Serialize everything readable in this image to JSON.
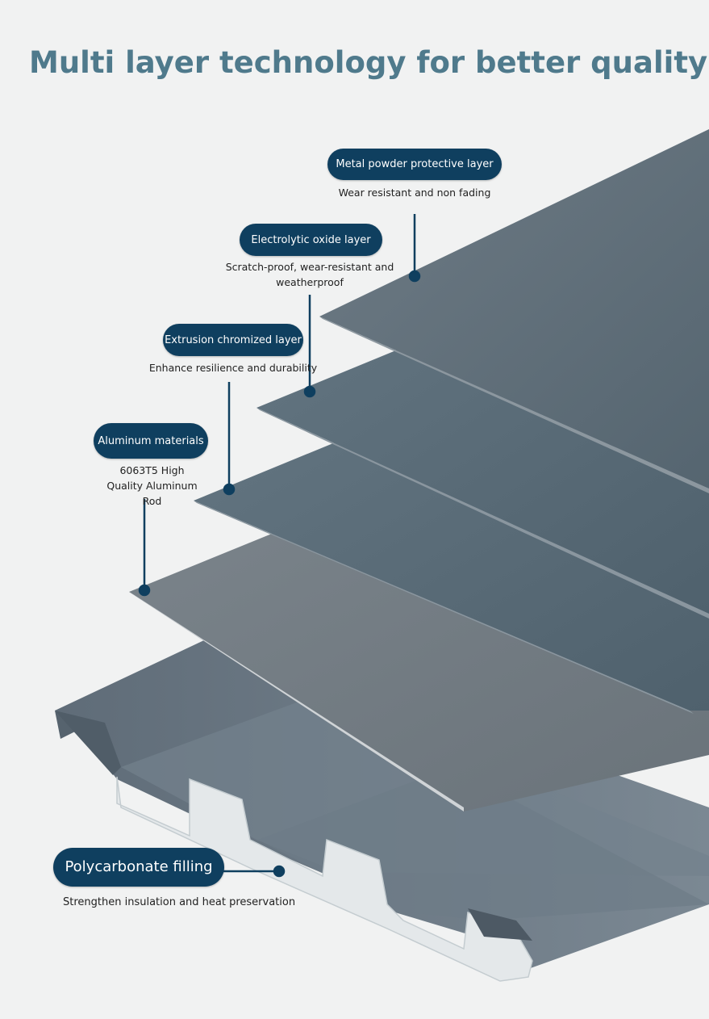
{
  "title": "Multi layer technology for better quality",
  "colors": {
    "title": "#4f7a8c",
    "callout_background": "#0f3f5f",
    "callout_text": "#ffffff",
    "layer": "#5d6d78",
    "profile": "#6a7783",
    "filling": "#dfe4e6"
  },
  "layers": [
    {
      "label": "Metal powder protective layer",
      "description": "Wear resistant and non fading"
    },
    {
      "label": "Electrolytic oxide layer",
      "description": "Scratch-proof, wear-resistant and weatherproof"
    },
    {
      "label": "Extrusion chromized layer",
      "description": "Enhance resilience and durability"
    },
    {
      "label": "Aluminum materials",
      "description": "6063T5 High Quality Aluminum Rod"
    }
  ],
  "filling": {
    "label": "Polycarbonate filling",
    "description": "Strengthen insulation and heat preservation"
  }
}
